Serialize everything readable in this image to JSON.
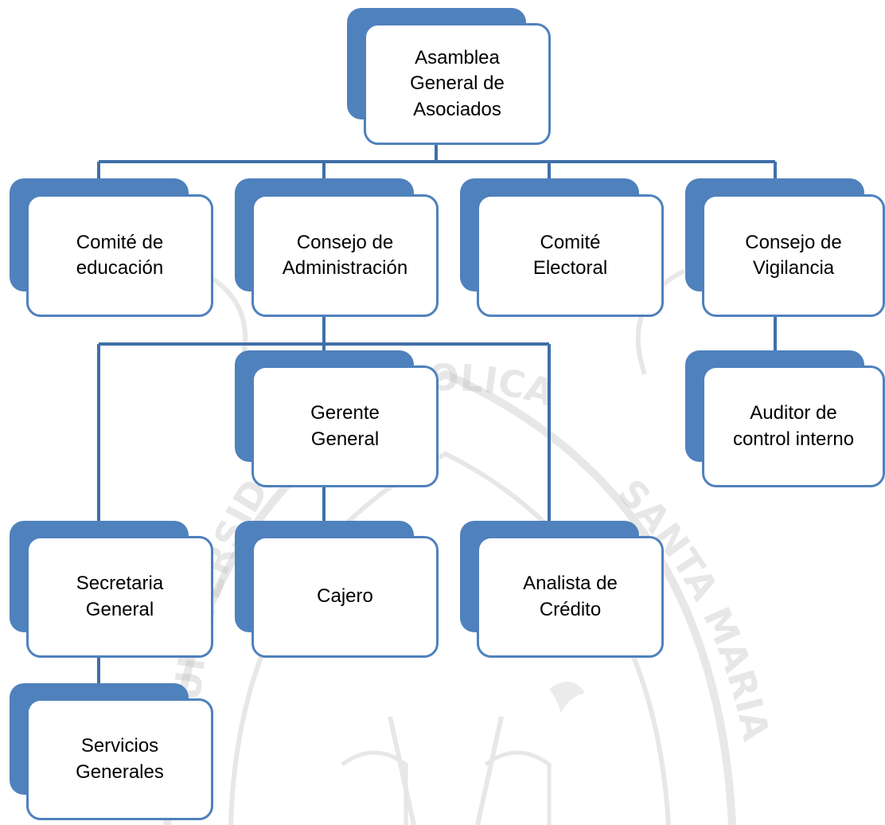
{
  "colors": {
    "accent": "#4f81bd",
    "connector": "#3f6fa8",
    "box_fill": "#ffffff",
    "watermark": "#c8c8c8"
  },
  "nodes": {
    "asamblea": {
      "label": "Asamblea\nGeneral de\nAsociados"
    },
    "comite_educacion": {
      "label": "Comité de\neducación"
    },
    "consejo_administracion": {
      "label": "Consejo de\nAdministración"
    },
    "comite_electoral": {
      "label": "Comité\nElectoral"
    },
    "consejo_vigilancia": {
      "label": "Consejo de\nVigilancia"
    },
    "gerente_general": {
      "label": "Gerente\nGeneral"
    },
    "auditor": {
      "label": "Auditor de\ncontrol interno"
    },
    "secretaria_general": {
      "label": "Secretaria\nGeneral"
    },
    "cajero": {
      "label": "Cajero"
    },
    "analista_credito": {
      "label": "Analista de\nCrédito"
    },
    "servicios_generales": {
      "label": "Servicios\nGenerales"
    }
  },
  "watermark": {
    "arc_text_top": "CATOLICA",
    "arc_text_right": "SANTA MARIA",
    "arc_text_left": "UNIVERSIDAD"
  }
}
